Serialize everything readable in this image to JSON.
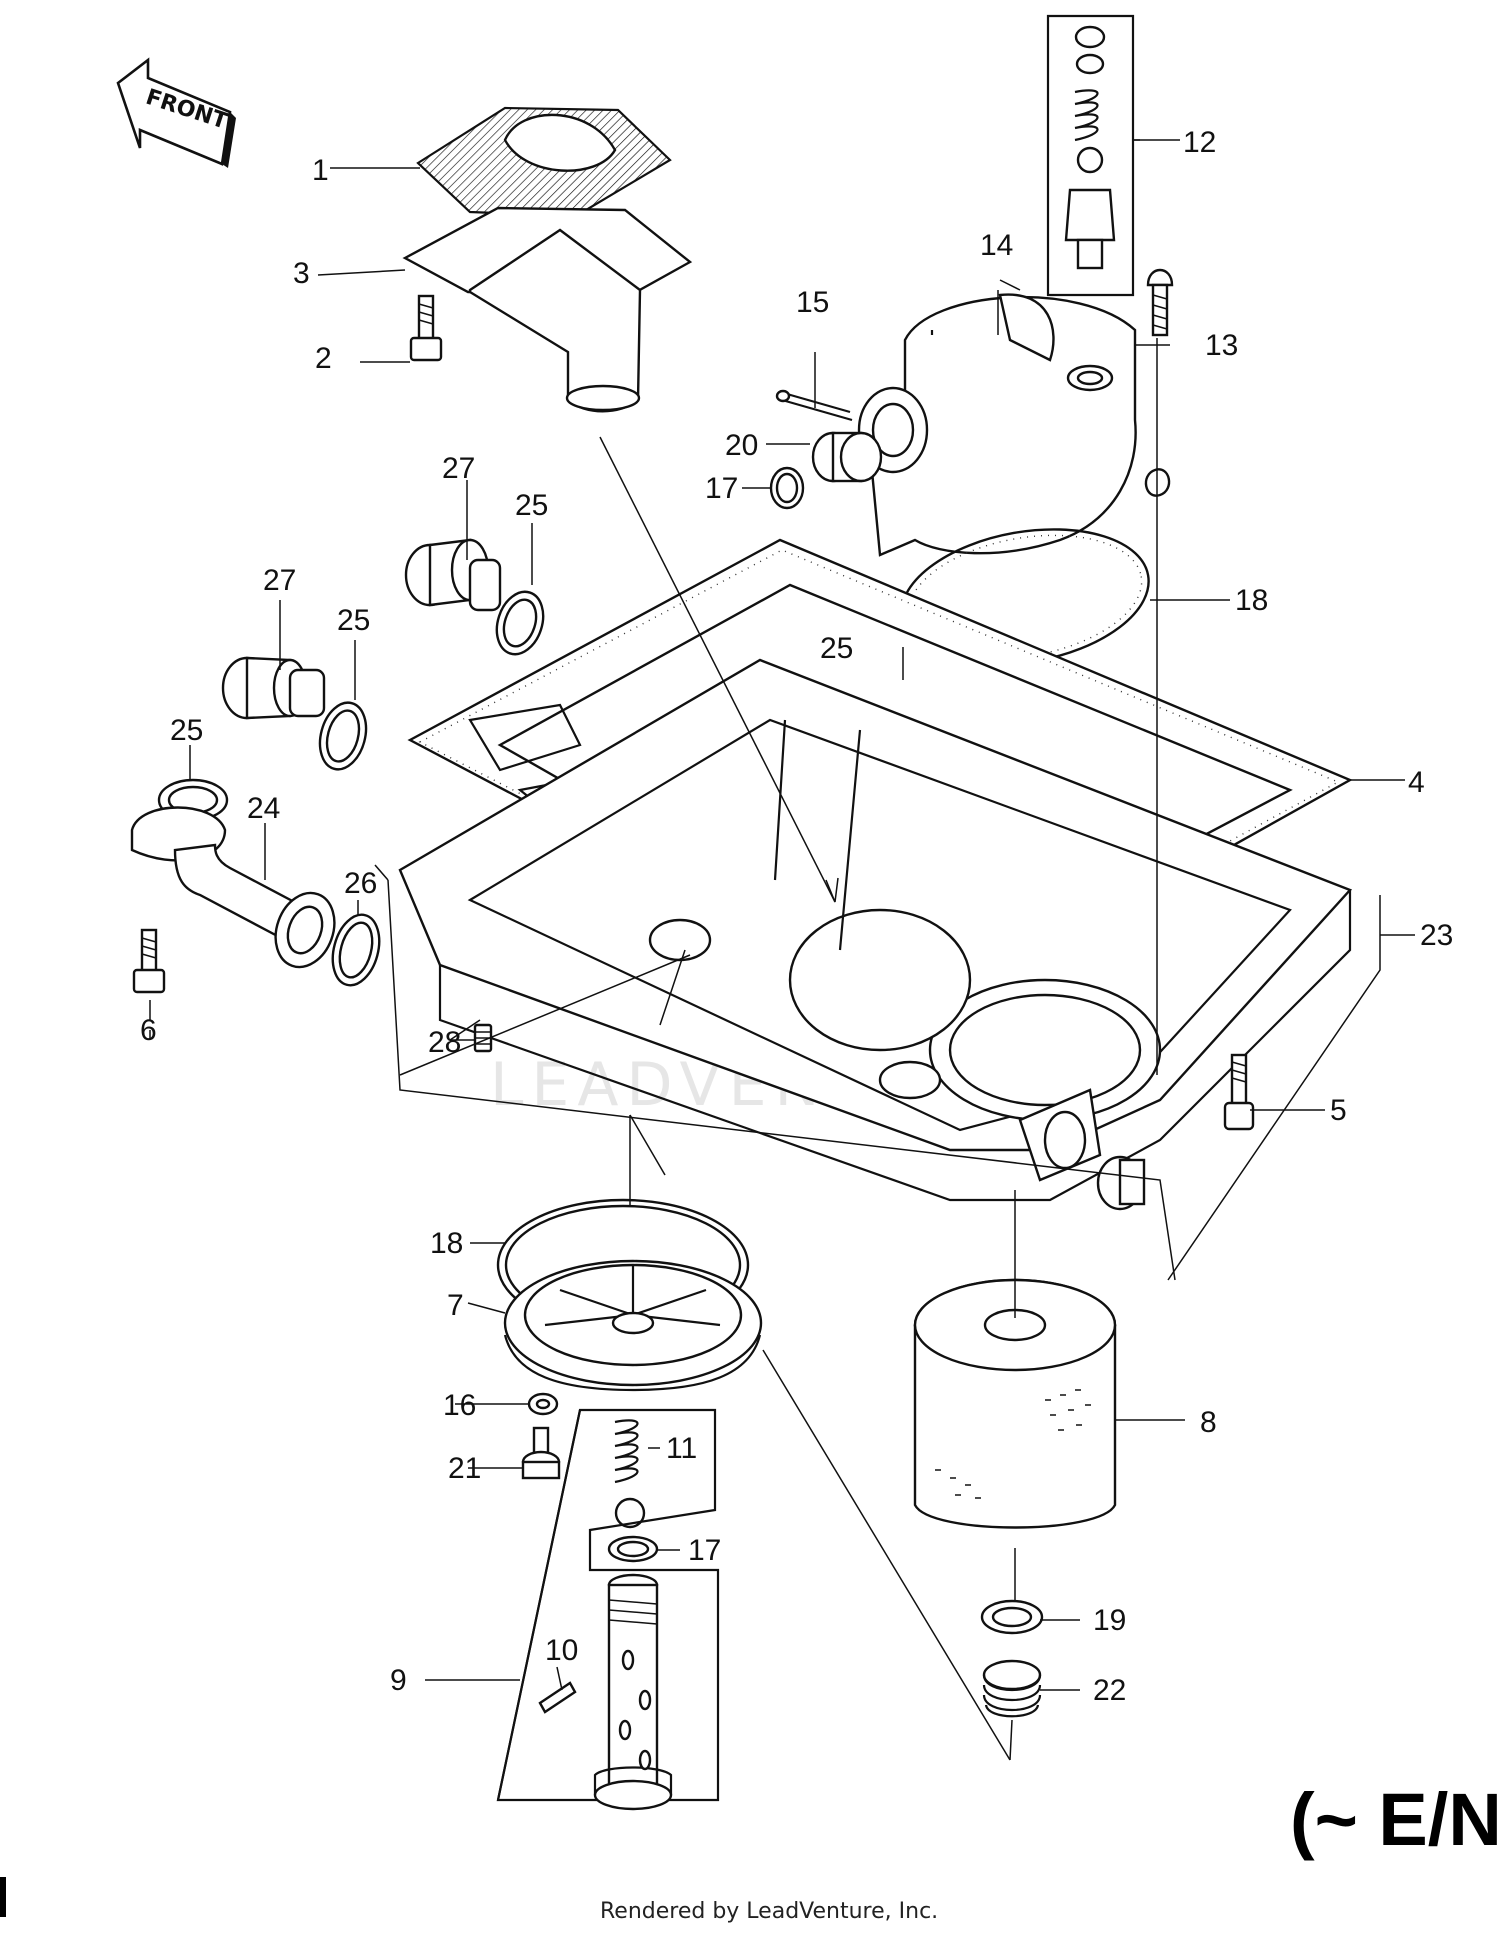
{
  "direction_label": "FRONT",
  "serial_note": "(~ E/N",
  "footer": "Rendered by LeadVenture, Inc.",
  "watermark_text": "LEADVENTURE",
  "callouts": [
    {
      "id": "1",
      "label": "1"
    },
    {
      "id": "2",
      "label": "2"
    },
    {
      "id": "3",
      "label": "3"
    },
    {
      "id": "4",
      "label": "4"
    },
    {
      "id": "5",
      "label": "5"
    },
    {
      "id": "6",
      "label": "6"
    },
    {
      "id": "7",
      "label": "7"
    },
    {
      "id": "8",
      "label": "8"
    },
    {
      "id": "9",
      "label": "9"
    },
    {
      "id": "10",
      "label": "10"
    },
    {
      "id": "11",
      "label": "11"
    },
    {
      "id": "12",
      "label": "12"
    },
    {
      "id": "13",
      "label": "13"
    },
    {
      "id": "14",
      "label": "14"
    },
    {
      "id": "15",
      "label": "15"
    },
    {
      "id": "16",
      "label": "16"
    },
    {
      "id": "17a",
      "label": "17"
    },
    {
      "id": "17b",
      "label": "17"
    },
    {
      "id": "18a",
      "label": "18"
    },
    {
      "id": "18b",
      "label": "18"
    },
    {
      "id": "19",
      "label": "19"
    },
    {
      "id": "20",
      "label": "20"
    },
    {
      "id": "21",
      "label": "21"
    },
    {
      "id": "22",
      "label": "22"
    },
    {
      "id": "23",
      "label": "23"
    },
    {
      "id": "24",
      "label": "24"
    },
    {
      "id": "25a",
      "label": "25"
    },
    {
      "id": "25b",
      "label": "25"
    },
    {
      "id": "25c",
      "label": "25"
    },
    {
      "id": "25d",
      "label": "25"
    },
    {
      "id": "26",
      "label": "26"
    },
    {
      "id": "27a",
      "label": "27"
    },
    {
      "id": "27b",
      "label": "27"
    },
    {
      "id": "28",
      "label": "28"
    }
  ],
  "colors": {
    "ink": "#111111",
    "paper": "#ffffff",
    "watermark": "#e6e6e6"
  }
}
